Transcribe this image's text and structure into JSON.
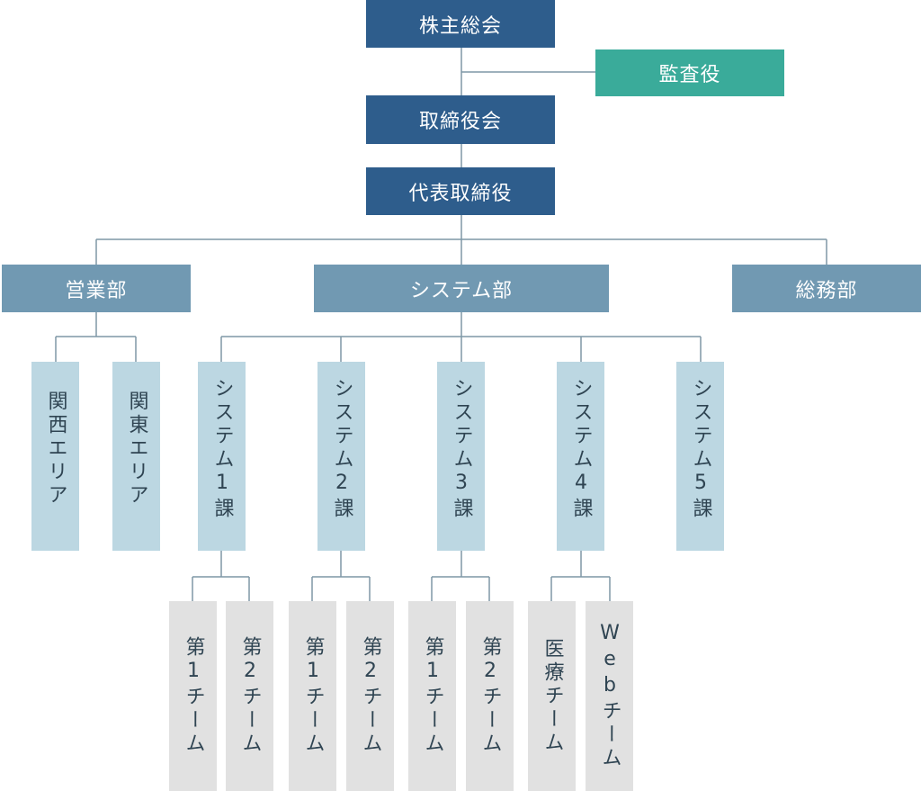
{
  "nodes": {
    "shareholders": "株主総会",
    "auditor": "監査役",
    "board": "取締役会",
    "president": "代表取締役",
    "sales": "営業部",
    "system": "システム部",
    "general": "総務部",
    "kansai": "関西エリア",
    "kanto": "関東エリア",
    "sys1": "システム1課",
    "sys2": "システム2課",
    "sys3": "システム3課",
    "sys4": "システム4課",
    "sys5": "システム5課",
    "s1_t1": "第1チーム",
    "s1_t2": "第2チーム",
    "s2_t1": "第1チーム",
    "s2_t2": "第2チーム",
    "s3_t1": "第1チーム",
    "s3_t2": "第2チーム",
    "s4_medical": "医療チーム",
    "s4_web": "Webチーム"
  },
  "colors": {
    "executive": "#2e5d8c",
    "auditor": "#3aab9a",
    "department": "#7199b2",
    "section": "#bcd7e2",
    "team": "#e1e1e1",
    "connector": "#7f97a6"
  }
}
